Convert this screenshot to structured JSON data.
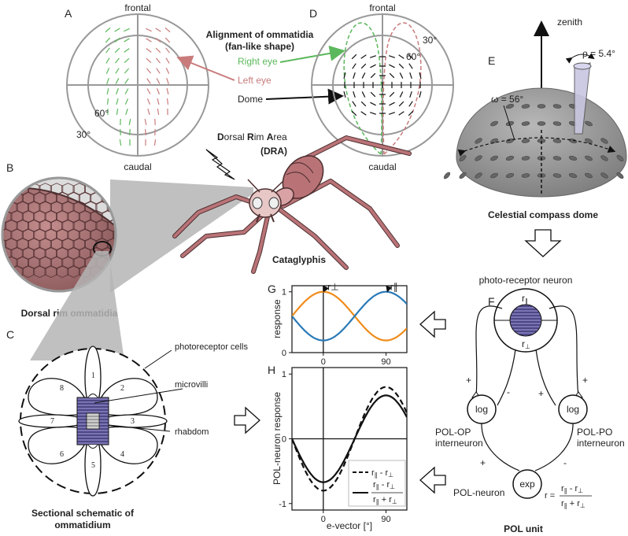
{
  "panels": {
    "A": {
      "letter": "A",
      "frontal": "frontal",
      "caudal": "caudal",
      "angle_inner": "60°",
      "angle_outer": "30°"
    },
    "D": {
      "letter": "D",
      "frontal": "frontal",
      "caudal": "caudal",
      "angle_inner": "60°",
      "angle_outer": "30°",
      "title_line1": "Alignment of ommatidia",
      "title_line2": "(fan-like shape)",
      "legend_right": "Right eye",
      "legend_left": "Left eye",
      "legend_dome": "Dome"
    },
    "E": {
      "letter": "E",
      "zenith": "zenith",
      "rho": "ρ = 5.4°",
      "omega": "ω = 56°",
      "caption": "Celestial compass dome"
    },
    "B": {
      "letter": "B",
      "caption": "Dorsal rim ommatidia"
    },
    "ant": {
      "dra_line1": "Dorsal Rim Area",
      "dra_line2": "(DRA)",
      "caption": "Cataglyphis"
    },
    "C": {
      "letter": "C",
      "photoreceptor": "photoreceptor cells",
      "microvilli": "microvilli",
      "rhabdom": "rhabdom",
      "caption_line1": "Sectional schematic of",
      "caption_line2": "ommatidium",
      "cells": [
        "1",
        "2",
        "3",
        "4",
        "5",
        "6",
        "7",
        "8"
      ]
    },
    "F": {
      "letter": "F",
      "receptor_title": "photo-receptor neuron",
      "r_par": "r",
      "r_perp": "r",
      "log_left": "log",
      "log_right": "log",
      "exp": "exp",
      "plus_left": "+",
      "minus_left": "-",
      "plus_right": "+",
      "minus_right": "-",
      "plus_bottom": "+",
      "minus_bottom": "-",
      "interneuron_left_1": "POL-OP",
      "interneuron_left_2": "interneuron",
      "interneuron_right_1": "POL-PO",
      "interneuron_right_2": "interneuron",
      "pol_neuron": "POL-neuron",
      "formula_r": "r =",
      "caption": "POL unit"
    }
  },
  "colors": {
    "right_eye": "#5cb85c",
    "left_eye": "#c97b7b",
    "orange": "#f08c1a",
    "blue": "#2a7ab8",
    "rhabdom": "#6a64a8",
    "ant_body": "#b97377",
    "dome": "#9a9a9a"
  },
  "chart_data": [
    {
      "type": "line",
      "panel": "G",
      "ylabel": "response",
      "xlabel": "",
      "xlim": [
        -45,
        120
      ],
      "ylim": [
        0,
        1.1
      ],
      "xticks": [
        0,
        90
      ],
      "yticks": [
        0,
        1
      ],
      "series": [
        {
          "name": "r⊥",
          "color": "orange",
          "formula": "0.6 + 0.4*cos(2x)"
        },
        {
          "name": "r∥",
          "color": "blue",
          "formula": "0.6 - 0.4*cos(2x)"
        }
      ],
      "annotations": [
        "r⊥",
        "r∥"
      ]
    },
    {
      "type": "line",
      "panel": "H",
      "ylabel": "POL-neuron response",
      "xlabel": "e-vector [°]",
      "xlim": [
        -45,
        120
      ],
      "ylim": [
        -1.1,
        1.1
      ],
      "xticks": [
        0,
        90
      ],
      "yticks": [
        -1,
        0,
        1
      ],
      "series": [
        {
          "name": "r∥ - r⊥",
          "style": "dashed",
          "peak": 0.8
        },
        {
          "name": "(r∥ - r⊥)/(r∥ + r⊥)",
          "style": "solid",
          "peak": 0.67
        }
      ],
      "legend_position": "bottom-right"
    }
  ]
}
